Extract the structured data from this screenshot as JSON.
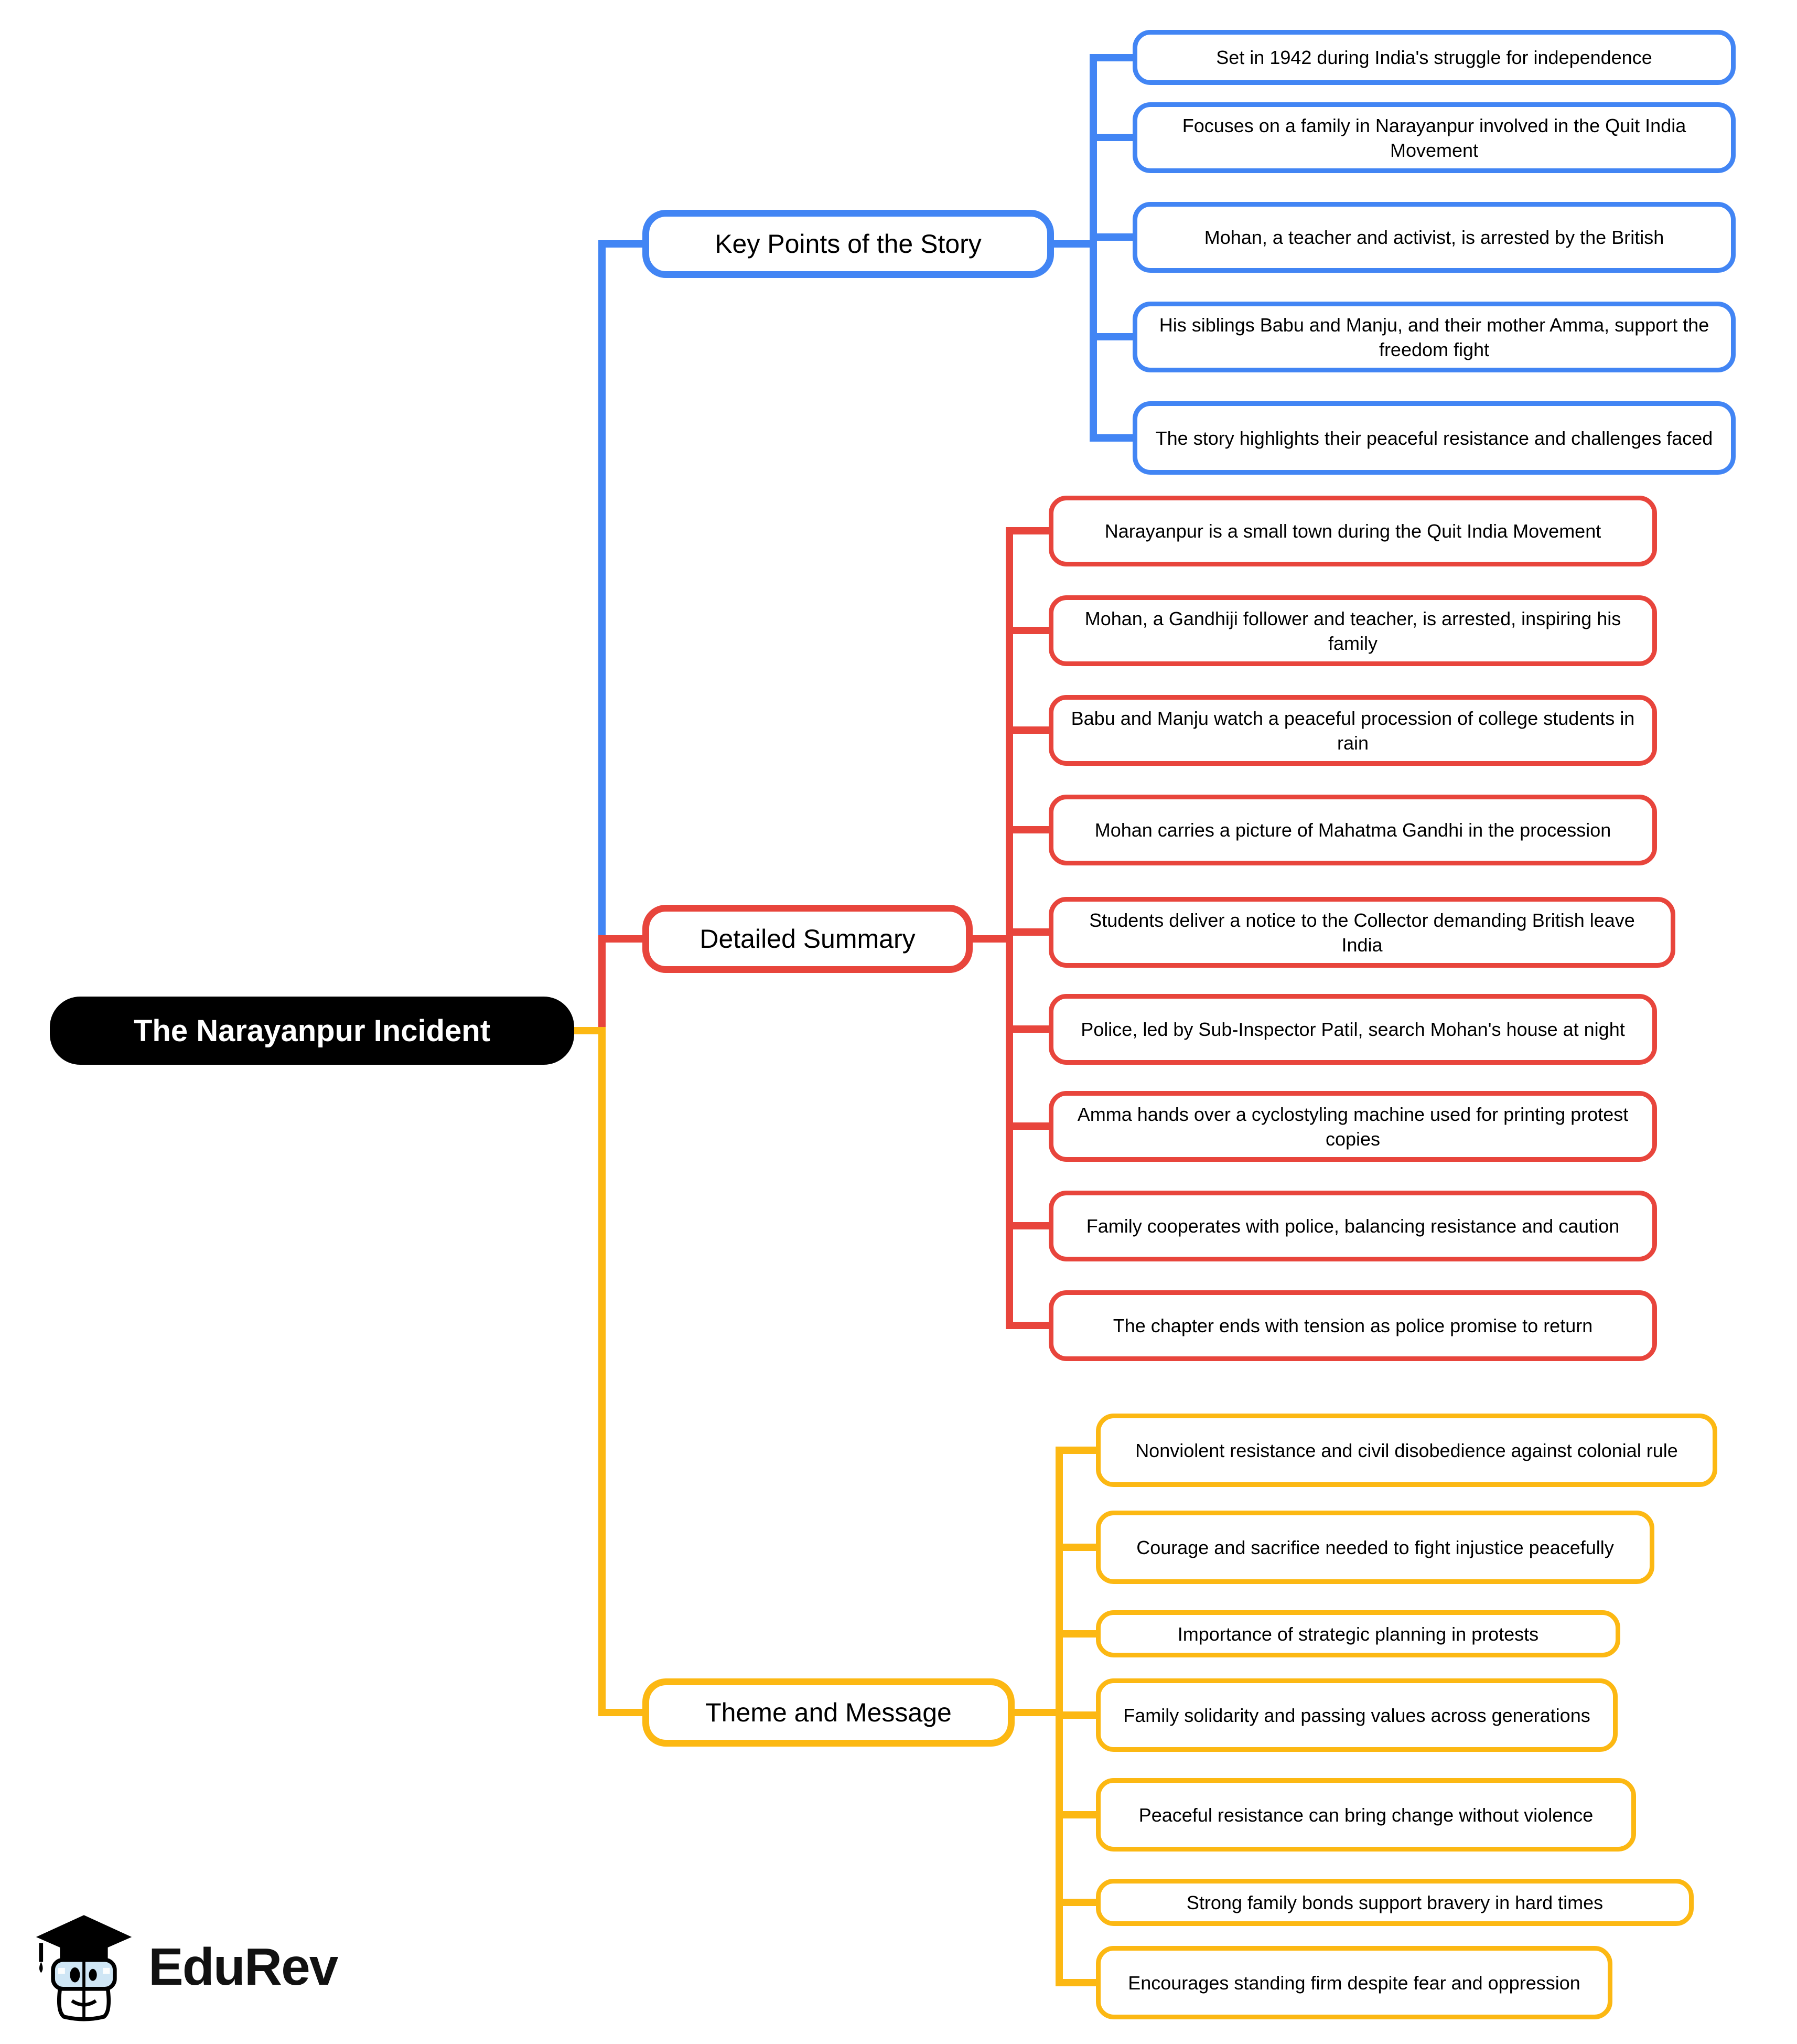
{
  "root": {
    "label": "The Narayanpur Incident"
  },
  "branches": [
    {
      "label": "Key Points of the Story",
      "color": "#4285F4",
      "leaves": [
        "Set in 1942 during India's struggle for independence",
        "Focuses on a family in Narayanpur involved in the Quit India Movement",
        "Mohan, a teacher and activist, is arrested by the British",
        "His siblings Babu and Manju, and their mother Amma, support the freedom fight",
        "The story highlights their peaceful resistance and challenges faced"
      ]
    },
    {
      "label": "Detailed Summary",
      "color": "#E8453C",
      "leaves": [
        "Narayanpur is a small town during the Quit India Movement",
        "Mohan, a Gandhiji follower and teacher, is arrested, inspiring his family",
        "Babu and Manju watch a peaceful procession of college students in rain",
        "Mohan carries a picture of Mahatma Gandhi in the procession",
        "Students deliver a notice to the Collector demanding British leave India",
        "Police, led by Sub-Inspector Patil, search Mohan's house at night",
        "Amma hands over a cyclostyling machine used for printing protest copies",
        "Family cooperates with police, balancing resistance and caution",
        "The chapter ends with tension as police promise to return"
      ]
    },
    {
      "label": "Theme and Message",
      "color": "#FCB813",
      "leaves": [
        "Nonviolent resistance and civil disobedience against colonial rule",
        "Courage and sacrifice needed to fight injustice peacefully",
        "Importance of strategic planning in protests",
        "Family solidarity and passing values across generations",
        "Peaceful resistance can bring change without violence",
        "Strong family bonds support bravery in hard times",
        "Encourages standing firm despite fear and oppression"
      ]
    }
  ],
  "logo": {
    "text": "EduRev"
  }
}
